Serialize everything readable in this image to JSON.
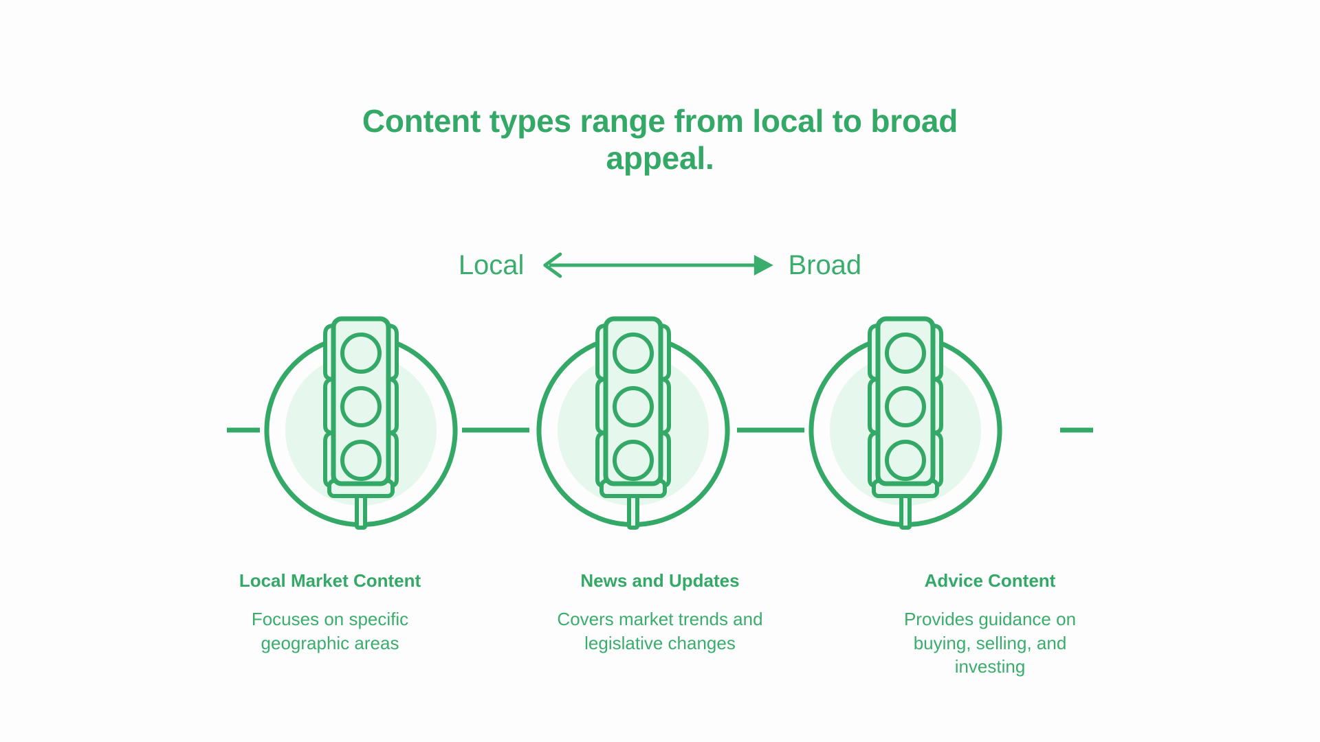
{
  "theme": {
    "background": "#fdfdfd",
    "accent_green": "#34a866",
    "text_green": "#3aad6c",
    "icon_fill_mint": "#e6f7ee"
  },
  "title": "Content types range from local to broad appeal.",
  "scale": {
    "left_label": "Local",
    "right_label": "Broad",
    "arrow_icon": "double-headed-arrow-icon"
  },
  "columns": [
    {
      "icon": "traffic-light-icon",
      "title": "Local Market Content",
      "description": "Focuses on specific geographic areas"
    },
    {
      "icon": "traffic-light-icon",
      "title": "News and Updates",
      "description": "Covers market trends and legislative changes"
    },
    {
      "icon": "traffic-light-icon",
      "title": "Advice Content",
      "description": "Provides guidance on buying, selling, and investing"
    }
  ]
}
